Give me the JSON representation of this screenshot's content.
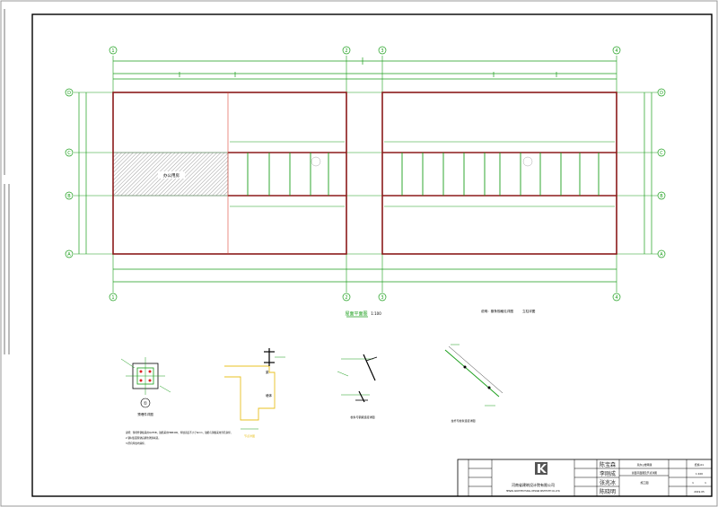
{
  "plan": {
    "grid_cols": [
      "1",
      "2",
      "3",
      "4"
    ],
    "grid_rows": [
      "D",
      "C",
      "B",
      "A"
    ],
    "room_label": "办公用房",
    "title": "屋面平面图",
    "scale": "1:100",
    "note_left": "说明：檩条规格见详图",
    "note_right": "立柱详图"
  },
  "details": {
    "d1_label": "①",
    "d1_caption": "预埋件详图",
    "d1_note1": "说明：预埋件钢板采用Q235B，锚筋采用HRB400，焊缝高度不小于6mm，锚筋与钢板采用穿孔塞焊。",
    "d1_note2": "2.钢材表面除锈后刷防锈漆两道。",
    "d1_note3": "3.所有焊缝均满焊。",
    "d2_label": "梁",
    "d2_room": "墙体",
    "d2_caption": "节点详图",
    "d3_caption": "檩条与钢梁连接详图",
    "d4_caption": "拉杆与檩条连接详图"
  },
  "title_block": {
    "company_cn": "河南省建筑设计院有限公司",
    "company_en": "HENAN ARCHITECTURAL DESIGN INSTITUTE CO.,LTD.",
    "project": "某办公楼雨篷",
    "drawing_title": "屋面平面图及节点详图",
    "drawing_no": "结施-01",
    "scale": "1:100",
    "date": "2019.05",
    "stage": "施工图",
    "sheet": "1",
    "total": "1",
    "sign1": "陈宝森",
    "sign2": "李刚成",
    "sign3": "张兆冰",
    "sign4": "陈晓明"
  }
}
